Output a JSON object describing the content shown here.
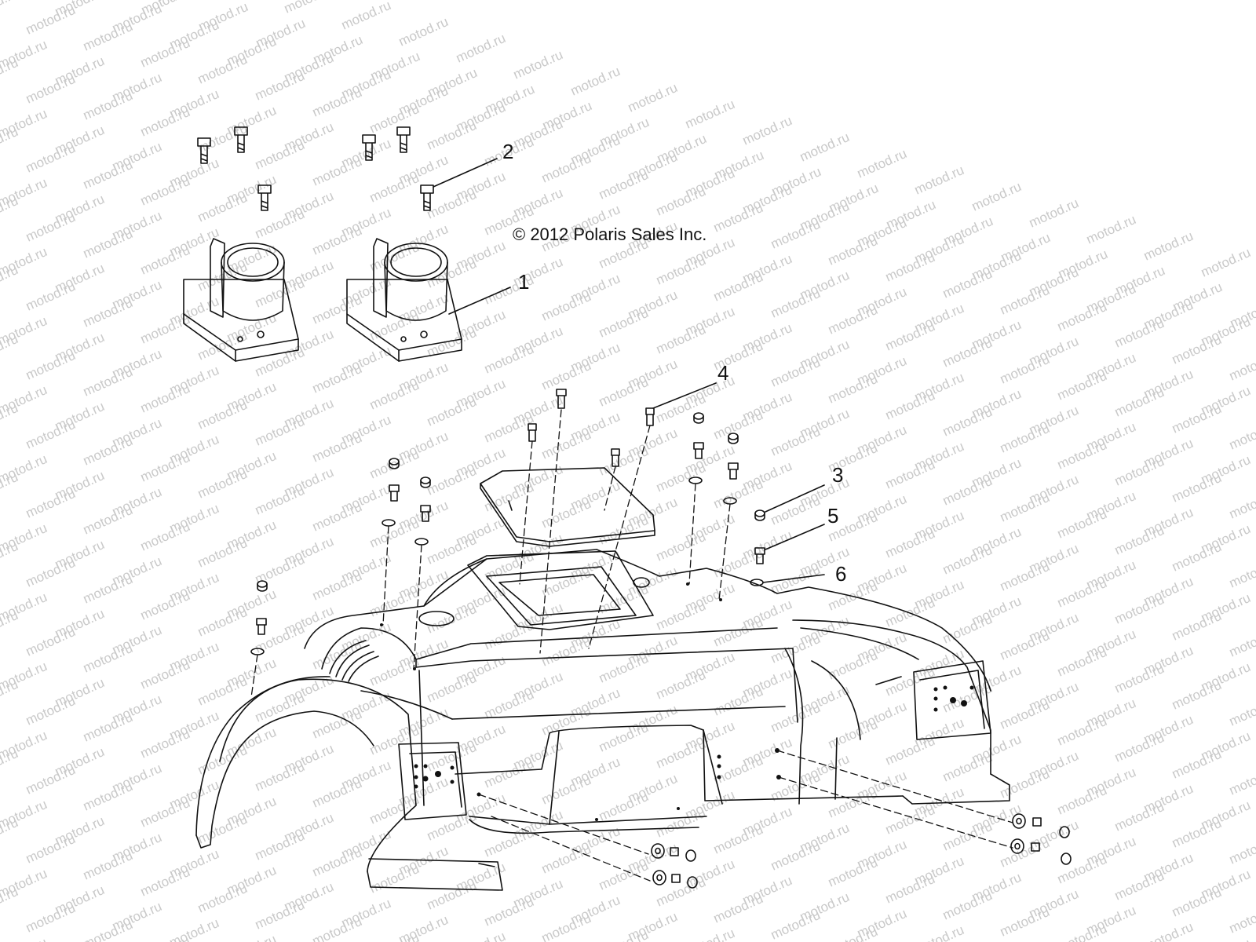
{
  "diagram": {
    "copyright": "© 2012 Polaris Sales Inc.",
    "watermark": "motod.ru",
    "callouts": [
      "1",
      "2",
      "3",
      "4",
      "5",
      "6"
    ]
  }
}
